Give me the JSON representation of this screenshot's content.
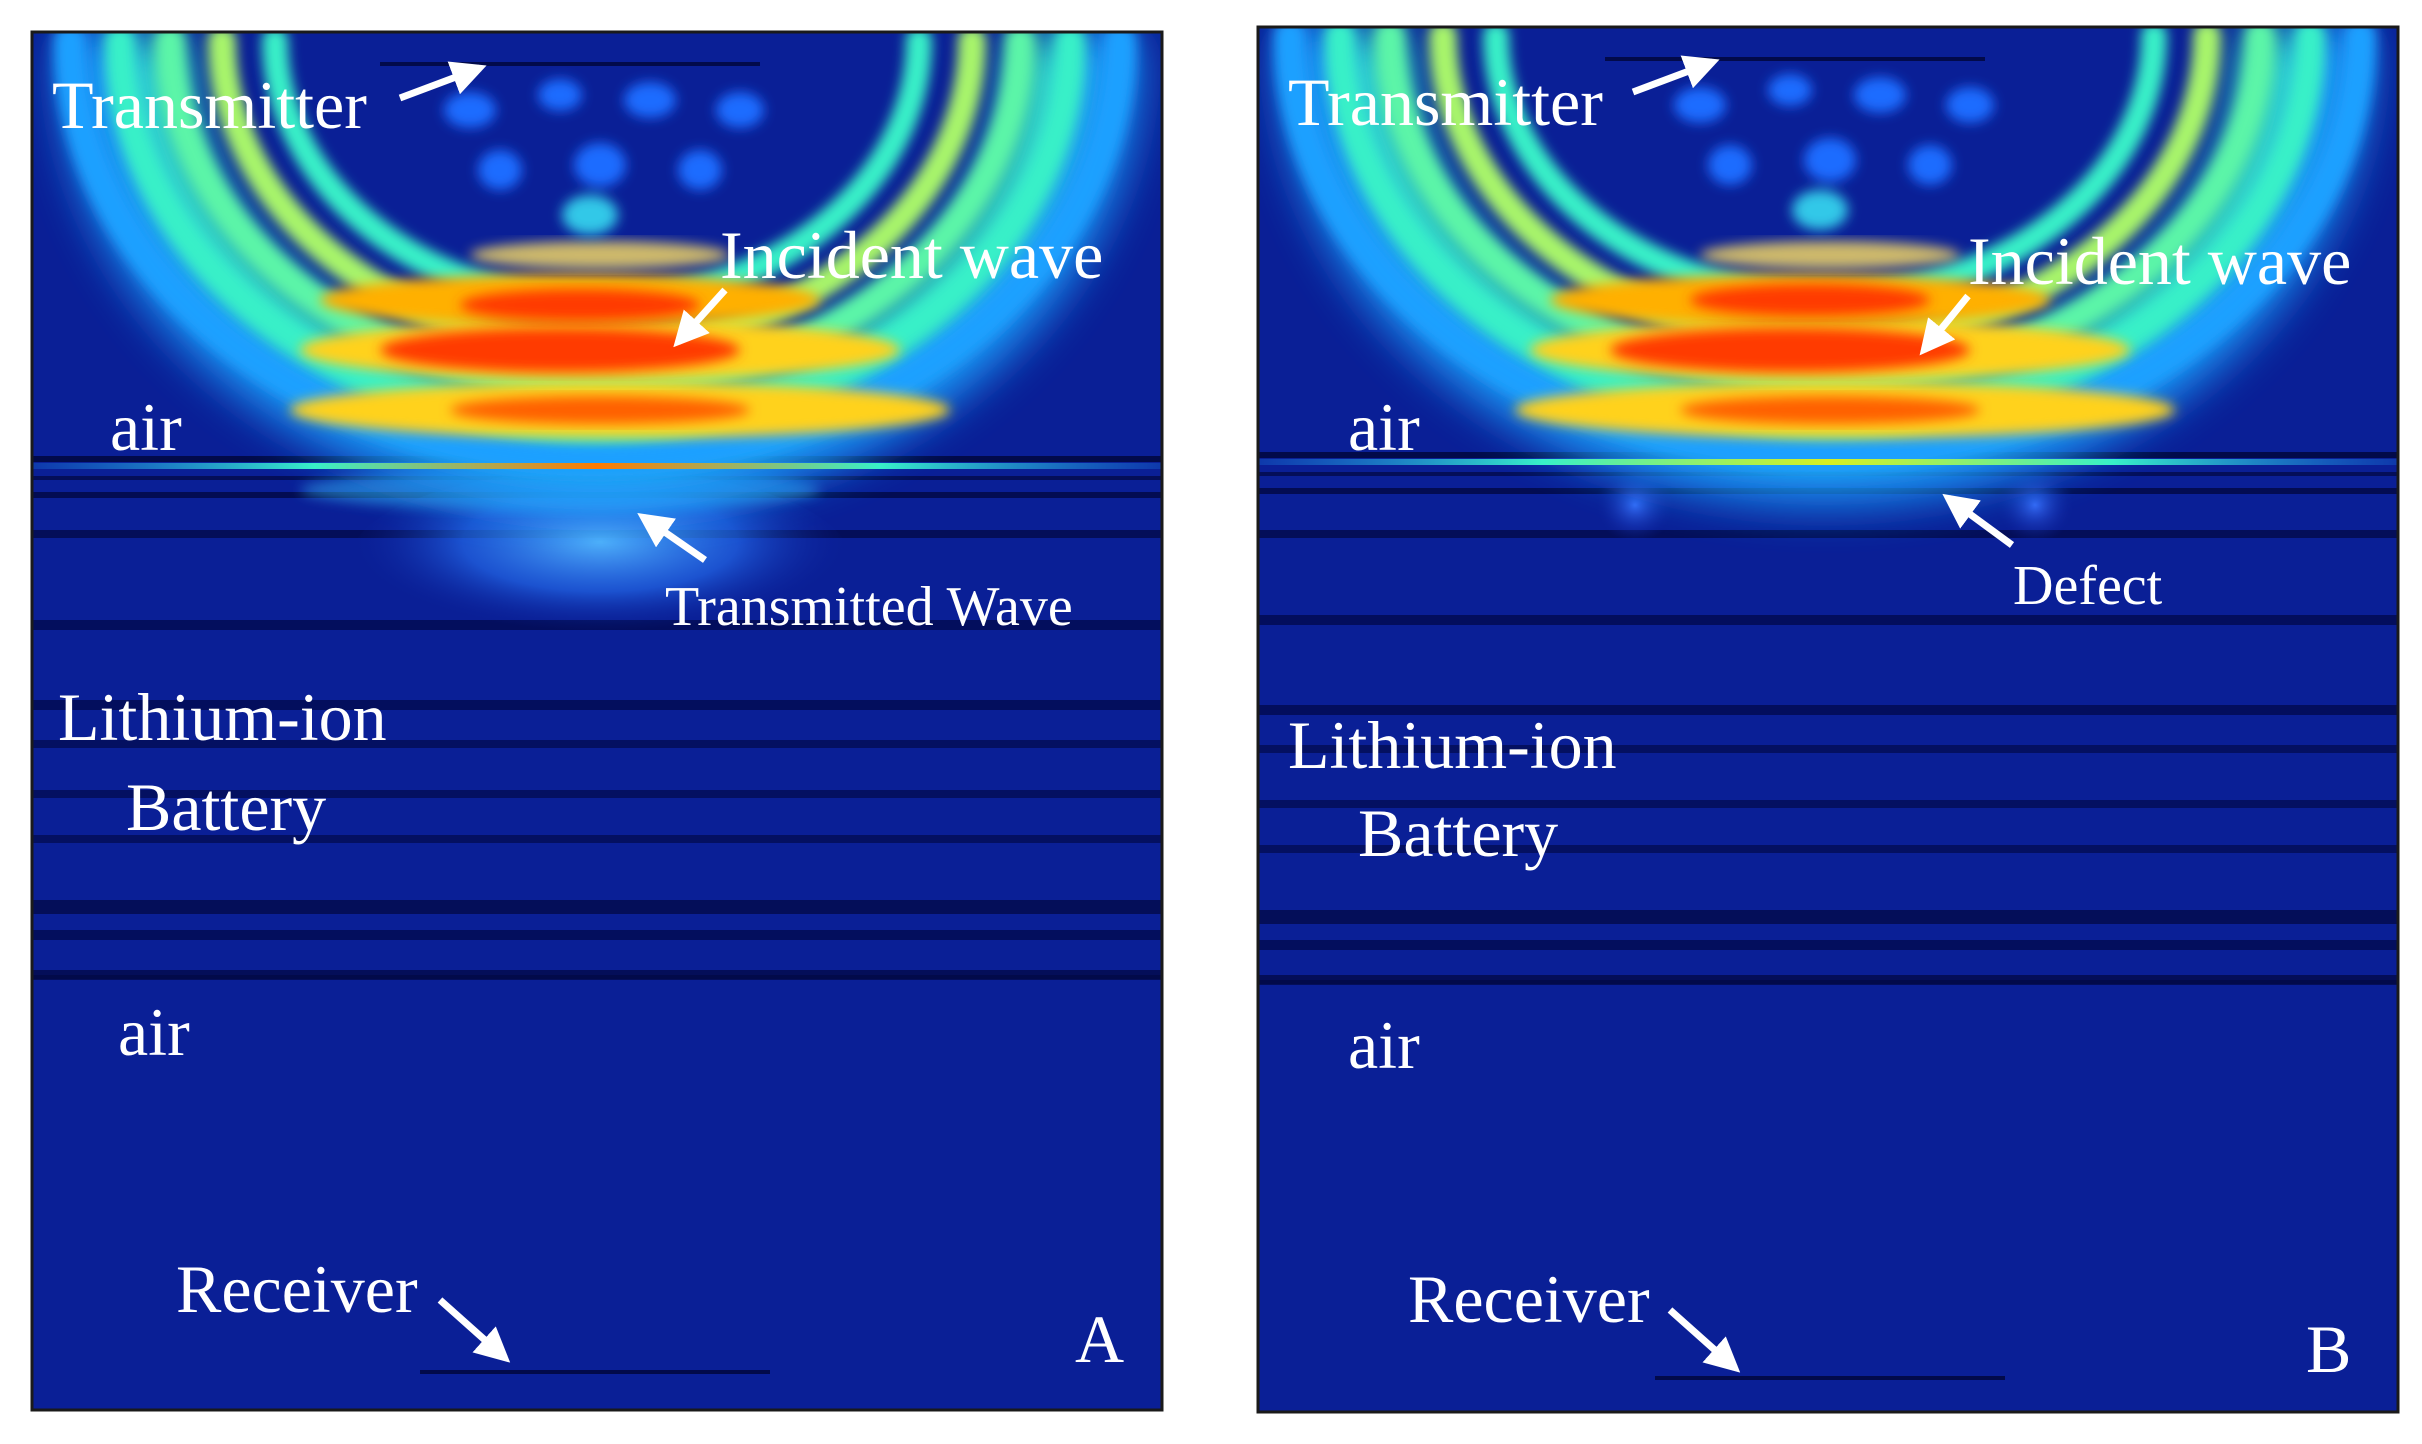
{
  "panels": [
    {
      "id": "A",
      "corner_label": "A",
      "labels": {
        "transmitter": "Transmitter",
        "incident_wave": "Incident wave",
        "air_top": "air",
        "wave_note": "Transmitted Wave",
        "battery_line1": "Lithium-ion",
        "battery_line2": "Battery",
        "air_bottom": "air",
        "receiver": "Receiver"
      }
    },
    {
      "id": "B",
      "corner_label": "B",
      "labels": {
        "transmitter": "Transmitter",
        "incident_wave": "Incident wave",
        "air_top": "air",
        "wave_note": "Defect",
        "battery_line1": "Lithium-ion",
        "battery_line2": "Battery",
        "air_bottom": "air",
        "receiver": "Receiver"
      }
    }
  ],
  "colors": {
    "background_field": "#0a1f96",
    "layer_dark": "#020a4a",
    "hot": "#ff2a00",
    "warm": "#ffd21a",
    "mid": "#38f0c8",
    "cool": "#1fa0ff",
    "annotation": "#ffffff"
  }
}
